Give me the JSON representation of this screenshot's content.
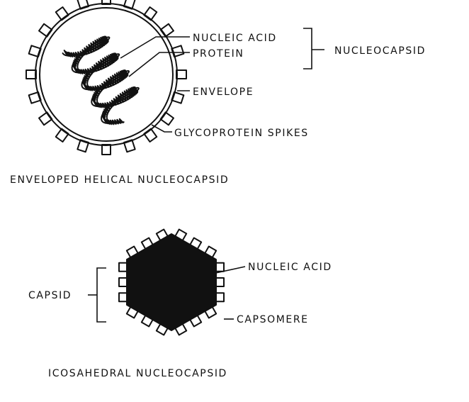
{
  "helical": {
    "labels": {
      "nucleic_acid": "NUCLEIC ACID",
      "protein": "PROTEIN",
      "nucleocapsid": "NUCLEOCAPSID",
      "envelope": "ENVELOPE",
      "glycoprotein_spikes": "GLYCOPROTEIN SPIKES"
    },
    "caption": "ENVELOPED HELICAL NUCLEOCAPSID"
  },
  "icosahedral": {
    "labels": {
      "nucleic_acid": "NUCLEIC ACID",
      "capsid": "CAPSID",
      "capsomere": "CAPSOMERE"
    },
    "caption": "ICOSAHEDRAL NUCLEOCAPSID"
  },
  "colors": {
    "ink": "#111111",
    "background": "#ffffff"
  }
}
